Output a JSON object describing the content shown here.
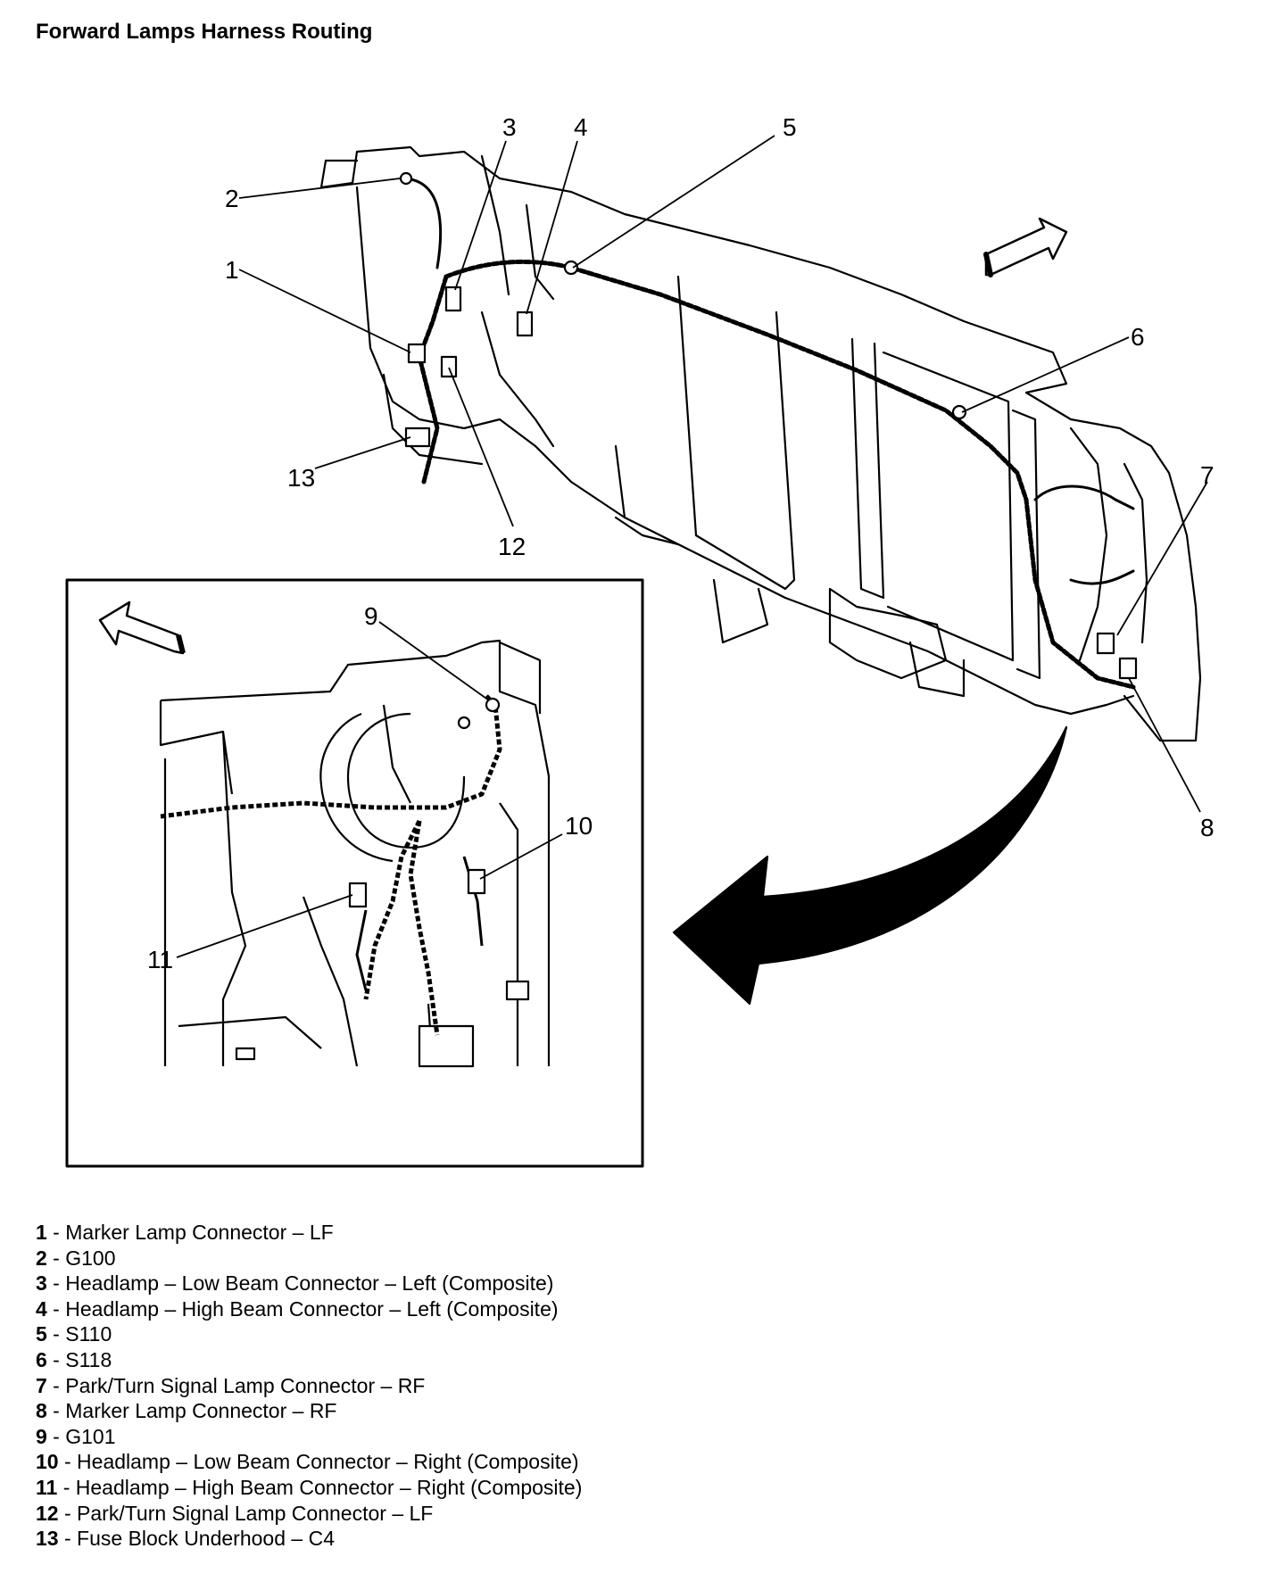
{
  "title": "Forward Lamps Harness Routing",
  "callouts": {
    "c1": "1",
    "c2": "2",
    "c3": "3",
    "c4": "4",
    "c5": "5",
    "c6": "6",
    "c7": "7",
    "c8": "8",
    "c9": "9",
    "c10": "10",
    "c11": "11",
    "c12": "12",
    "c13": "13"
  },
  "legend": [
    {
      "num": "1",
      "sep": " - ",
      "desc": "Marker Lamp Connector – LF"
    },
    {
      "num": "2",
      "sep": " - ",
      "desc": "G100"
    },
    {
      "num": "3",
      "sep": " - ",
      "desc": "Headlamp – Low Beam Connector – Left (Composite)"
    },
    {
      "num": "4",
      "sep": " - ",
      "desc": "Headlamp – High Beam Connector – Left (Composite)"
    },
    {
      "num": "5",
      "sep": " - ",
      "desc": "S110"
    },
    {
      "num": "6",
      "sep": " - ",
      "desc": "S118"
    },
    {
      "num": "7",
      "sep": " - ",
      "desc": "Park/Turn Signal Lamp Connector – RF"
    },
    {
      "num": "8",
      "sep": " - ",
      "desc": "Marker Lamp Connector – RF"
    },
    {
      "num": "9",
      "sep": " - ",
      "desc": "G101"
    },
    {
      "num": "10",
      "sep": " - ",
      "desc": "Headlamp – Low Beam Connector – Right (Composite)"
    },
    {
      "num": "11",
      "sep": " - ",
      "desc": "Headlamp – High Beam Connector – Right (Composite)"
    },
    {
      "num": "12",
      "sep": " - ",
      "desc": "Park/Turn Signal Lamp Connector – LF"
    },
    {
      "num": "13",
      "sep": " - ",
      "desc": "Fuse Block Underhood – C4"
    }
  ]
}
